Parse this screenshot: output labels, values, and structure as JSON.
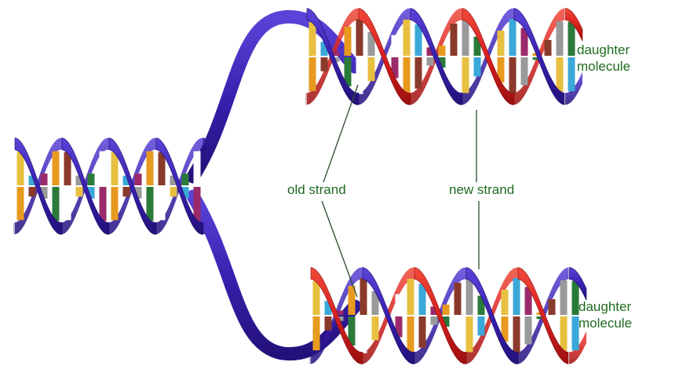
{
  "labels": {
    "daughter_top": [
      "daughter",
      "molecule"
    ],
    "daughter_bottom": [
      "daughter",
      "molecule"
    ],
    "old_strand": "old strand",
    "new_strand": "new strand"
  },
  "colors": {
    "old_strand": "#3a20b0",
    "new_strand": "#d8201e",
    "label_text": "#1f6a1f",
    "pointer_line": "#2c4a2c",
    "base_pairs": [
      "#e8c040",
      "#3aa8d8",
      "#9a2a6a",
      "#e89a1e",
      "#8a3a2a",
      "#9a9a9a",
      "#2a7a3a",
      "#ffffff"
    ]
  },
  "molecules": [
    {
      "name": "parent-molecule",
      "strands": [
        "old",
        "old"
      ]
    },
    {
      "name": "daughter-molecule-top",
      "strands": [
        "old",
        "new"
      ]
    },
    {
      "name": "daughter-molecule-bottom",
      "strands": [
        "new",
        "old"
      ]
    }
  ]
}
